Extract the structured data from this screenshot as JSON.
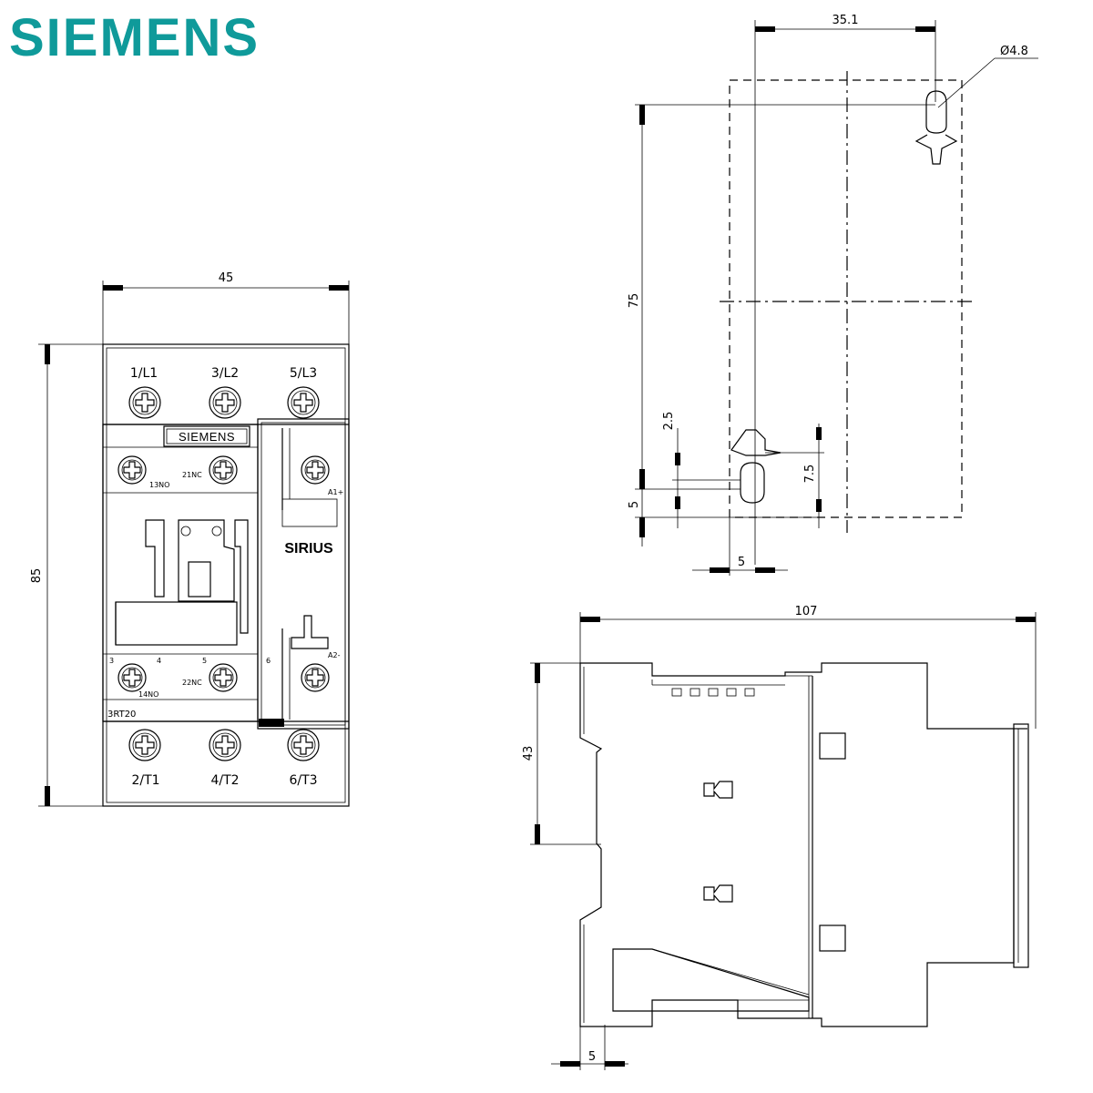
{
  "brand": {
    "logo_text": "SIEMENS",
    "color": "#0f9a9a"
  },
  "front_view": {
    "width_dim": "45",
    "height_dim": "85",
    "top_terminals": [
      "1/L1",
      "3/L2",
      "5/L3"
    ],
    "bottom_terminals": [
      "2/T1",
      "4/T2",
      "6/T3"
    ],
    "nameplate": "SIEMENS",
    "product": "SIRIUS",
    "aux_contacts": {
      "no_13": "13NO",
      "nc_21": "21NC",
      "coil_a1": "A1+",
      "coil_a2": "A2-",
      "no_14": "14NO",
      "nc_22": "22NC"
    },
    "terminal_numbers": [
      "3",
      "4",
      "5",
      "6"
    ],
    "type_code": "3RT20"
  },
  "mounting_view": {
    "hole_spacing_dim": "35.1",
    "hole_diameter": "Ø4.8",
    "vertical_spacing_dim": "75",
    "dim_2_5": "2.5",
    "dim_7_5": "7.5",
    "dim_5_vertical": "5",
    "dim_5_horizontal": "5"
  },
  "side_view": {
    "depth_dim": "107",
    "height_dim": "43",
    "offset_dim": "5"
  }
}
